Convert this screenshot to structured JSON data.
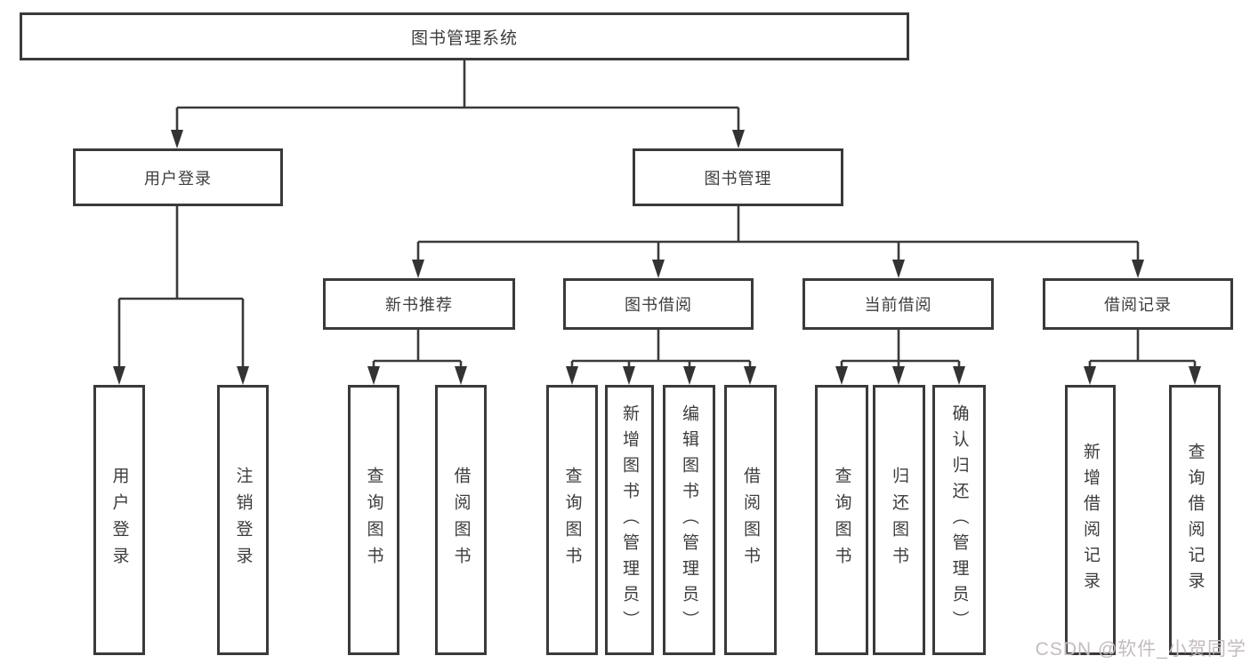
{
  "diagram": {
    "type": "hierarchy-tree",
    "root": {
      "label": "图书管理系统"
    },
    "level2": [
      {
        "label": "用户登录"
      },
      {
        "label": "图书管理"
      }
    ],
    "level3": [
      {
        "label": "新书推荐",
        "parent": "图书管理"
      },
      {
        "label": "图书借阅",
        "parent": "图书管理"
      },
      {
        "label": "当前借阅",
        "parent": "图书管理"
      },
      {
        "label": "借阅记录",
        "parent": "图书管理"
      }
    ],
    "leaves": [
      {
        "label": "用户登录",
        "parent": "用户登录"
      },
      {
        "label": "注销登录",
        "parent": "用户登录"
      },
      {
        "label": "查询图书",
        "parent": "新书推荐"
      },
      {
        "label": "借阅图书",
        "parent": "新书推荐"
      },
      {
        "label": "查询图书",
        "parent": "图书借阅"
      },
      {
        "label": "新增图书（管理员）",
        "parent": "图书借阅"
      },
      {
        "label": "编辑图书（管理员）",
        "parent": "图书借阅"
      },
      {
        "label": "借阅图书",
        "parent": "图书借阅"
      },
      {
        "label": "查询图书",
        "parent": "当前借阅"
      },
      {
        "label": "归还图书",
        "parent": "当前借阅"
      },
      {
        "label": "确认归还（管理员）",
        "parent": "当前借阅"
      },
      {
        "label": "新增借阅记录",
        "parent": "借阅记录"
      },
      {
        "label": "查询借阅记录",
        "parent": "借阅记录"
      }
    ],
    "colors": {
      "line": "#3a3a3a",
      "box_border": "#3a3a3a",
      "text": "#3d3d3d",
      "background": "#ffffff",
      "watermark": "#c4bcbc"
    }
  },
  "watermark": {
    "text": "CSDN @软件_小贺同学"
  }
}
